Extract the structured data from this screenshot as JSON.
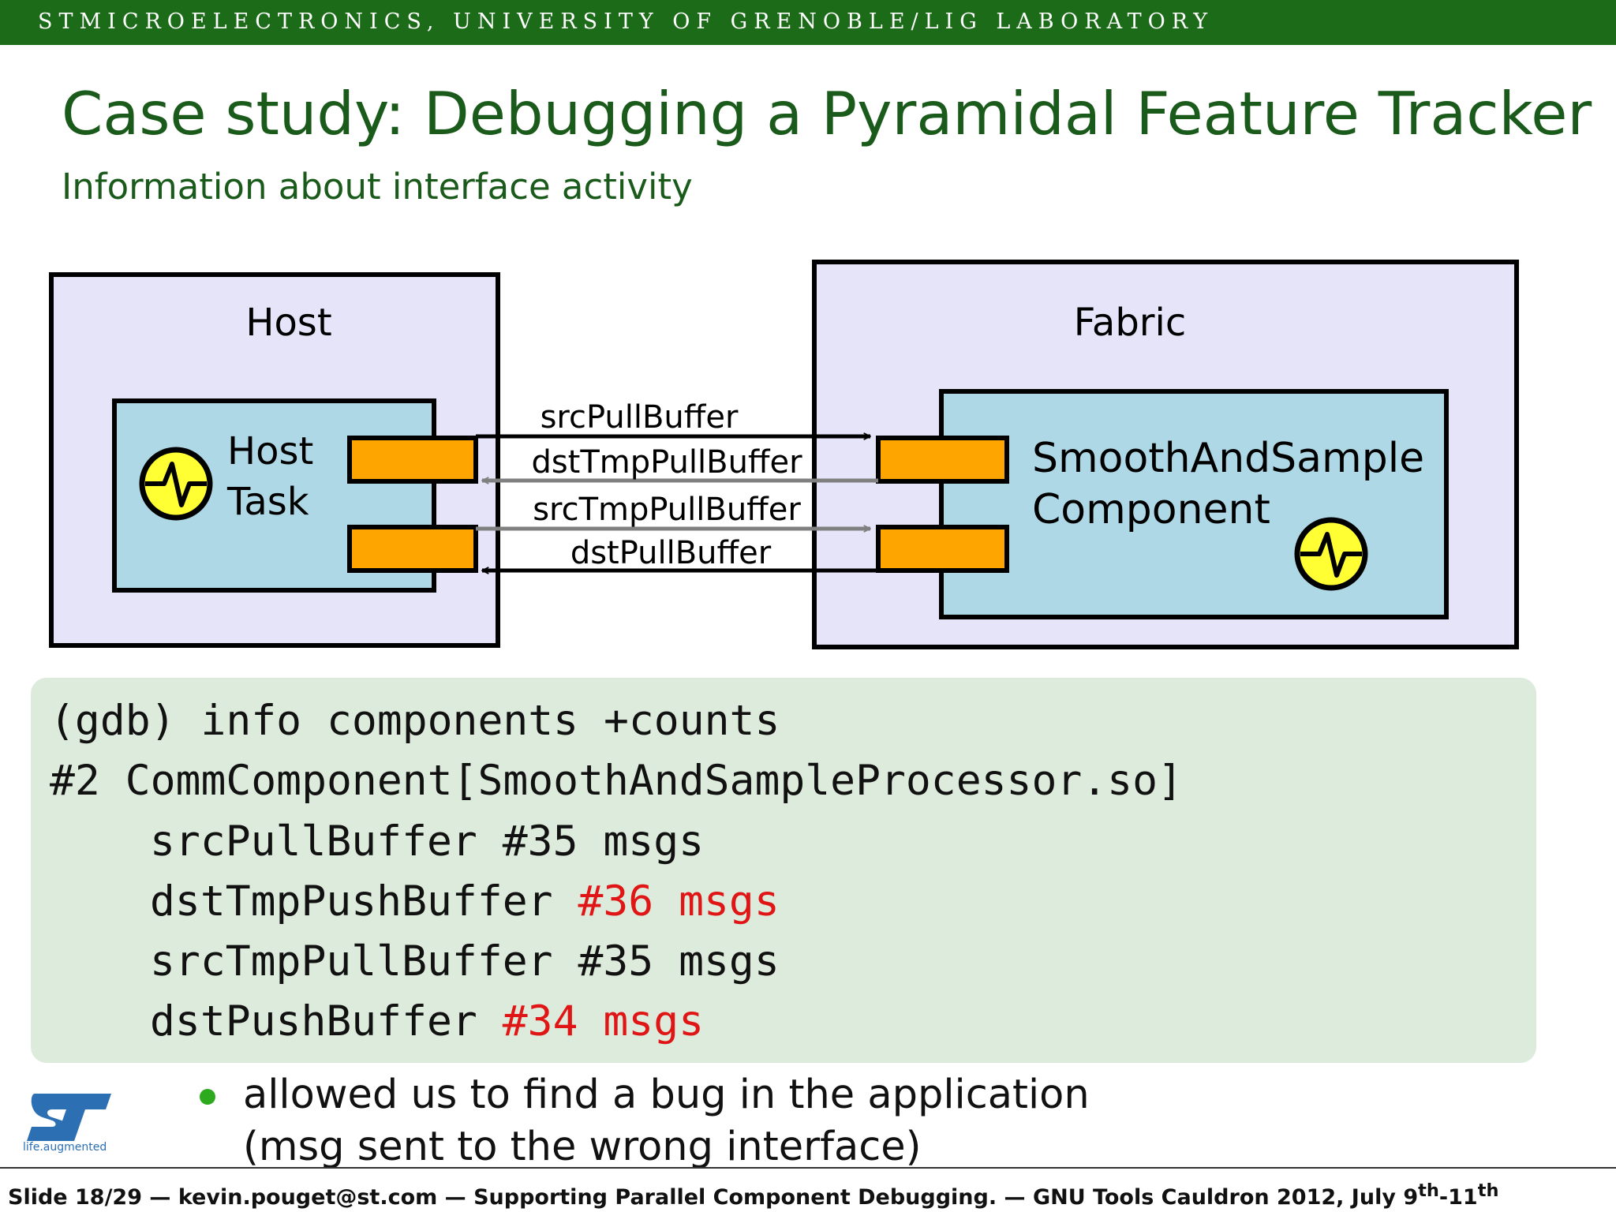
{
  "header": {
    "affiliation": "STMICROELECTRONICS, UNIVERSITY OF GRENOBLE/LIG LABORATORY"
  },
  "title": "Case study: Debugging a Pyramidal Feature Tracker",
  "subtitle": "Information about interface activity",
  "diagram": {
    "host_label": "Host",
    "host_task_label_1": "Host",
    "host_task_label_2": "Task",
    "fabric_label": "Fabric",
    "component_label_1": "SmoothAndSample",
    "component_label_2": "Component",
    "links": [
      {
        "label": "srcPullBuffer",
        "direction": "host-to-fabric",
        "color": "#000000"
      },
      {
        "label": "dstTmpPullBuffer",
        "direction": "fabric-to-host",
        "color": "#808080"
      },
      {
        "label": "srcTmpPullBuffer",
        "direction": "host-to-fabric",
        "color": "#808080"
      },
      {
        "label": "dstPullBuffer",
        "direction": "fabric-to-host",
        "color": "#000000"
      }
    ],
    "colors": {
      "outer_box": "#e6e4f8",
      "inner_box": "#aed8e6",
      "port": "#ffa500",
      "activity_icon": "#ffff33"
    }
  },
  "gdb": {
    "prompt": "(gdb) info components +counts",
    "component": "#2 CommComponent[SmoothAndSampleProcessor.so]",
    "rows": [
      {
        "name": "srcPullBuffer",
        "count": "#35 msgs",
        "highlight": false
      },
      {
        "name": "dstTmpPushBuffer",
        "count": "#36 msgs",
        "highlight": true
      },
      {
        "name": "srcTmpPullBuffer",
        "count": "#35 msgs",
        "highlight": false
      },
      {
        "name": "dstPushBuffer",
        "count": "#34 msgs",
        "highlight": true
      }
    ],
    "highlight_color": "#e01515"
  },
  "logo": {
    "tagline": "life.augmented"
  },
  "bullet": {
    "line1": "allowed us to find a bug in the application",
    "line2": "(msg sent to the wrong interface)"
  },
  "footer": {
    "slide": "Slide 18/29",
    "author": "kevin.pouget@st.com",
    "talk": "Supporting Parallel Component Debugging.",
    "venue_prefix": "GNU Tools Cauldron 2012, July 9",
    "sup1": "th",
    "mid": "-11",
    "sup2": "th"
  }
}
